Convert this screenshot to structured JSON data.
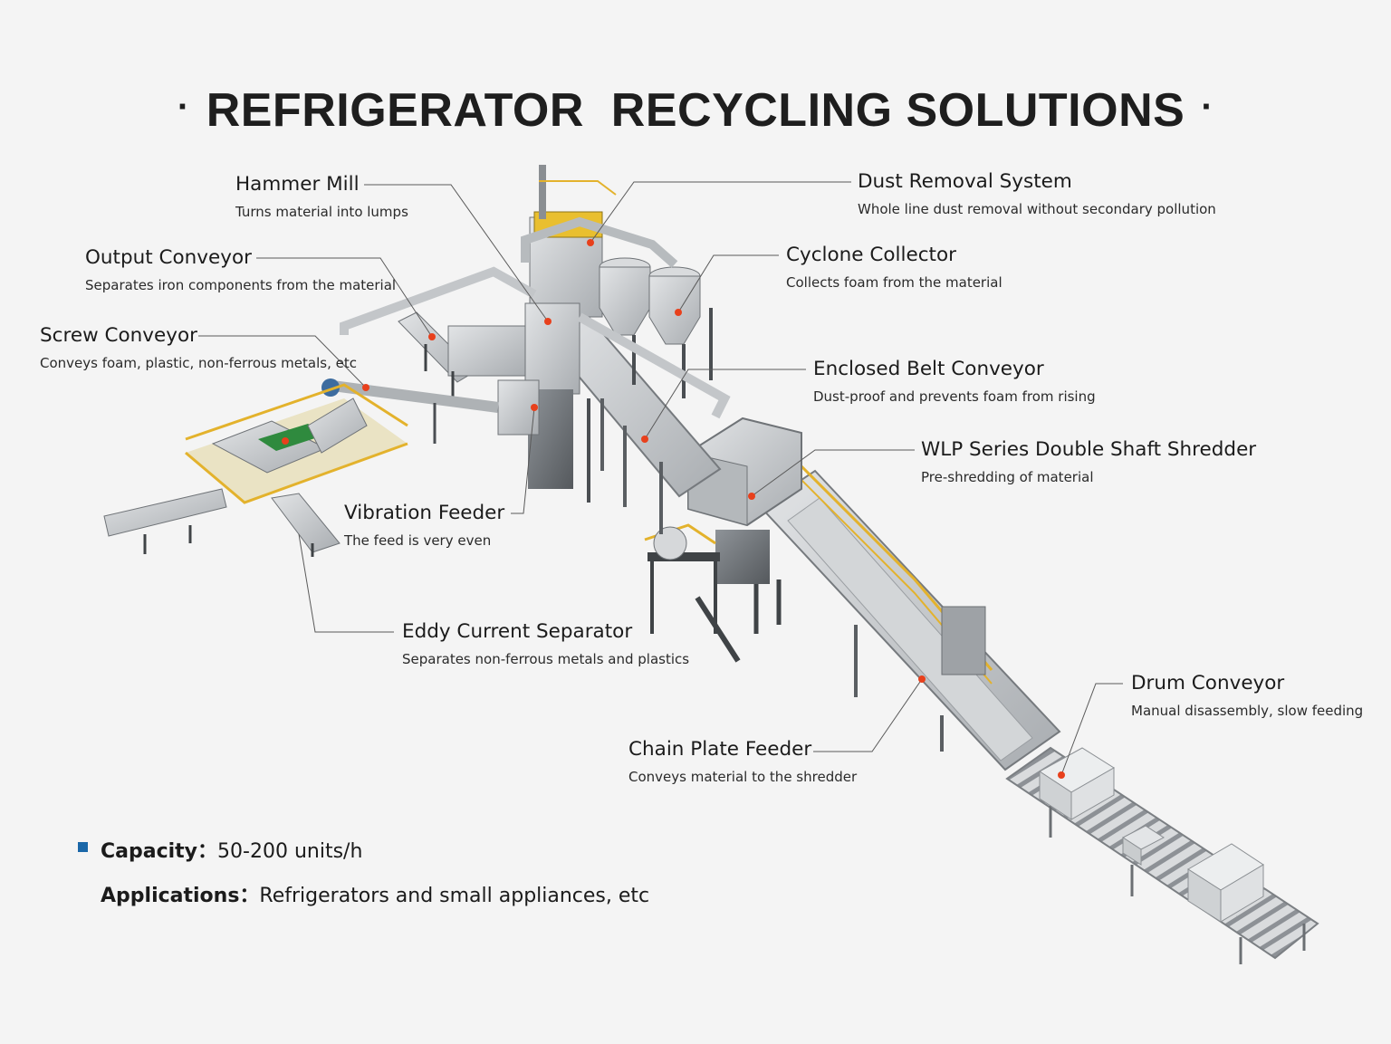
{
  "title": "REFRIGERATOR  RECYCLING SOLUTIONS",
  "title_dot": "·",
  "labels": [
    {
      "name": "Hammer Mill",
      "desc": "Turns material into lumps"
    },
    {
      "name": "Output Conveyor",
      "desc": "Separates iron components from the material"
    },
    {
      "name": "Screw Conveyor",
      "desc": "Conveys foam, plastic, non-ferrous metals, etc"
    },
    {
      "name": "Dust Removal System",
      "desc": "Whole line dust removal without secondary pollution"
    },
    {
      "name": "Cyclone Collector",
      "desc": "Collects foam from the material"
    },
    {
      "name": "Enclosed Belt Conveyor",
      "desc": "Dust-proof and prevents foam from rising"
    },
    {
      "name": "WLP Series Double Shaft Shredder",
      "desc": "Pre-shredding of material"
    },
    {
      "name": "Vibration Feeder",
      "desc": "The feed is very even"
    },
    {
      "name": "Eddy Current Separator",
      "desc": "Separates non-ferrous metals and plastics"
    },
    {
      "name": "Drum Conveyor",
      "desc": "Manual disassembly, slow feeding"
    },
    {
      "name": "Chain Plate Feeder",
      "desc": "Conveys material to the shredder"
    }
  ],
  "specs": {
    "capacity_label": "Capacity：",
    "capacity_value": "50-200 units/h",
    "applications_label": "Applications：",
    "applications_value": "Refrigerators and small appliances, etc"
  },
  "colors": {
    "background": "#f4f4f4",
    "accent_bullet": "#1a67a8",
    "marker_red": "#e8401c",
    "machine_grey": "#b9bcbf",
    "rail_yellow": "#e3b22c"
  }
}
